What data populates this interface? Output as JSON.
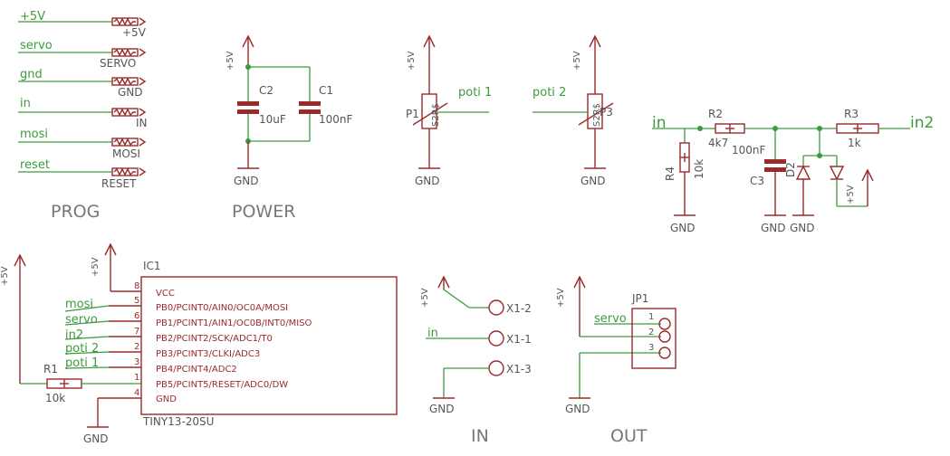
{
  "prog": {
    "title": "PROG",
    "nets": [
      "+5V",
      "servo",
      "gnd",
      "in",
      "mosi",
      "reset"
    ],
    "connectors": [
      "+5V",
      "SERVO",
      "GND",
      "IN",
      "MOSI",
      "RESET"
    ]
  },
  "power": {
    "title": "POWER",
    "supply": "+5V",
    "ground": "GND",
    "c2_name": "C2",
    "c2_value": "10uF",
    "c1_name": "C1",
    "c1_value": "100nF"
  },
  "potis": {
    "p1_supply": "+5V",
    "p1_ground": "GND",
    "p1_name": "P1",
    "p1_value": "S2R$",
    "p1_net": "poti 1",
    "p2_supply": "+5V",
    "p2_ground": "GND",
    "p2_name": "P3",
    "p2_value": "S2R$",
    "p2_net": "poti 2"
  },
  "input_stage": {
    "net_in": "in",
    "net_out": "in2",
    "r2_name": "R2",
    "r2_value": "4k7",
    "r3_name": "R3",
    "r3_value": "1k",
    "r4_name": "R4",
    "r4_value": "10k",
    "c3_name": "C3",
    "c3_value": "100nF",
    "d_name": "D2",
    "supply": "+5V",
    "gnd1": "GND",
    "gnd2": "GND",
    "gnd3": "GND"
  },
  "mcu": {
    "name": "IC1",
    "part": "TINY13-20SU",
    "supply_left": "+5V",
    "supply_right": "+5V",
    "ground": "GND",
    "r1_name": "R1",
    "r1_value": "10k",
    "nets": [
      "mosi",
      "servo",
      "in2",
      "poti 2",
      "poti 1"
    ],
    "pins": [
      {
        "num": "8",
        "name": "VCC"
      },
      {
        "num": "5",
        "name": "PB0/PCINT0/AIN0/OC0A/MOSI"
      },
      {
        "num": "6",
        "name": "PB1/PCINT1/AIN1/OC0B/INT0/MISO"
      },
      {
        "num": "7",
        "name": "PB2/PCINT2/SCK/ADC1/T0"
      },
      {
        "num": "2",
        "name": "PB3/PCINT3/CLKI/ADC3"
      },
      {
        "num": "3",
        "name": "PB4/PCINT4/ADC2"
      },
      {
        "num": "1",
        "name": "PB5/PCINT5/RESET/ADC0/DW"
      },
      {
        "num": "4",
        "name": "GND"
      }
    ]
  },
  "in_block": {
    "title": "IN",
    "supply": "+5V",
    "ground": "GND",
    "net": "in",
    "pads": [
      "X1-2",
      "X1-1",
      "X1-3"
    ]
  },
  "out_block": {
    "title": "OUT",
    "supply": "+5V",
    "ground": "GND",
    "net": "servo",
    "jp_name": "JP1",
    "jp_pins": [
      "1",
      "2",
      "3"
    ]
  },
  "colors": {
    "wire": "#3c9b3c",
    "part": "#9a2b2b",
    "label": "#555555"
  }
}
